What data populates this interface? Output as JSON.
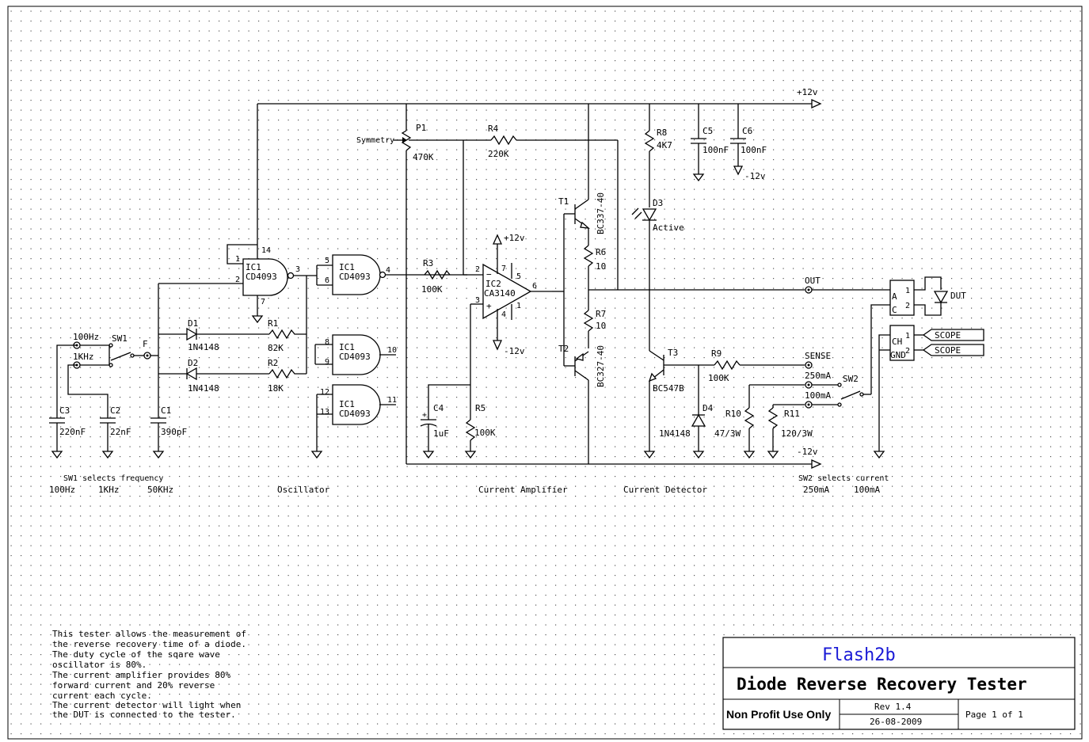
{
  "title_block": {
    "brand": "Flash2b",
    "title": "Diode Reverse Recovery Tester",
    "usage": "Non Profit Use Only",
    "revision": "Rev 1.4",
    "date": "26-08-2009",
    "page": "Page 1 of 1"
  },
  "notes": [
    "This tester allows the measurement of",
    "the reverse recovery time of a diode.",
    "The duty cycle of the sqare wave",
    "oscillator is 80%.",
    "The current amplifier provides 80%",
    "forward current and 20% reverse",
    "current each cycle.",
    "The current detector will light when",
    "the DUT is connected to the tester."
  ],
  "rails": {
    "pos": "+12v",
    "neg": "-12v"
  },
  "sections": {
    "oscillator": "Oscillator",
    "current_amplifier": "Current Amplifier",
    "current_detector": "Current Detector",
    "sw1_caption": "SW1 selects frequency",
    "sw1_options": [
      "100Hz",
      "1KHz",
      "50KHz"
    ],
    "sw2_caption": "SW2 selects current",
    "sw2_options": [
      "250mA",
      "100mA"
    ]
  },
  "components": {
    "ic1": {
      "ref": "IC1",
      "part": "CD4093"
    },
    "ic2": {
      "ref": "IC2",
      "part": "CA3140"
    },
    "p1": {
      "ref": "P1",
      "value": "470K",
      "name": "Symmetry"
    },
    "r1": {
      "ref": "R1",
      "value": "82K"
    },
    "r2": {
      "ref": "R2",
      "value": "18K"
    },
    "r3": {
      "ref": "R3",
      "value": "100K"
    },
    "r4": {
      "ref": "R4",
      "value": "220K"
    },
    "r5": {
      "ref": "R5",
      "value": "100K"
    },
    "r6": {
      "ref": "R6",
      "value": "10"
    },
    "r7": {
      "ref": "R7",
      "value": "10"
    },
    "r8": {
      "ref": "R8",
      "value": "4K7"
    },
    "r9": {
      "ref": "R9",
      "value": "100K"
    },
    "r10": {
      "ref": "R10",
      "value": "47/3W"
    },
    "r11": {
      "ref": "R11",
      "value": "120/3W"
    },
    "c1": {
      "ref": "C1",
      "value": "390pF"
    },
    "c2": {
      "ref": "C2",
      "value": "22nF"
    },
    "c3": {
      "ref": "C3",
      "value": "220nF"
    },
    "c4": {
      "ref": "C4",
      "value": "1uF"
    },
    "c5": {
      "ref": "C5",
      "value": "100nF"
    },
    "c6": {
      "ref": "C6",
      "value": "100nF"
    },
    "d1": {
      "ref": "D1",
      "value": "1N4148"
    },
    "d2": {
      "ref": "D2",
      "value": "1N4148"
    },
    "d3": {
      "ref": "D3",
      "value": "Active"
    },
    "d4": {
      "ref": "D4",
      "value": "1N4148"
    },
    "t1": {
      "ref": "T1",
      "value": "BC337-40"
    },
    "t2": {
      "ref": "T2",
      "value": "BC327-40"
    },
    "t3": {
      "ref": "T3",
      "value": "BC547B"
    },
    "sw1": {
      "ref": "SW1"
    },
    "sw2": {
      "ref": "SW2"
    },
    "node_f": "F"
  },
  "connectors": {
    "out": "OUT",
    "sense": "SENSE",
    "dut": "DUT",
    "scope": "SCOPE",
    "pin_a": "A",
    "pin_c": "C",
    "pin_ch": "CH",
    "pin_gnd": "GND",
    "f100hz": "100Hz",
    "f1khz": "1KHz",
    "i250": "250mA",
    "i100": "100mA"
  },
  "pins": [
    "1",
    "2",
    "3",
    "4",
    "5",
    "6",
    "7",
    "8",
    "9",
    "10",
    "11",
    "12",
    "13",
    "14"
  ]
}
